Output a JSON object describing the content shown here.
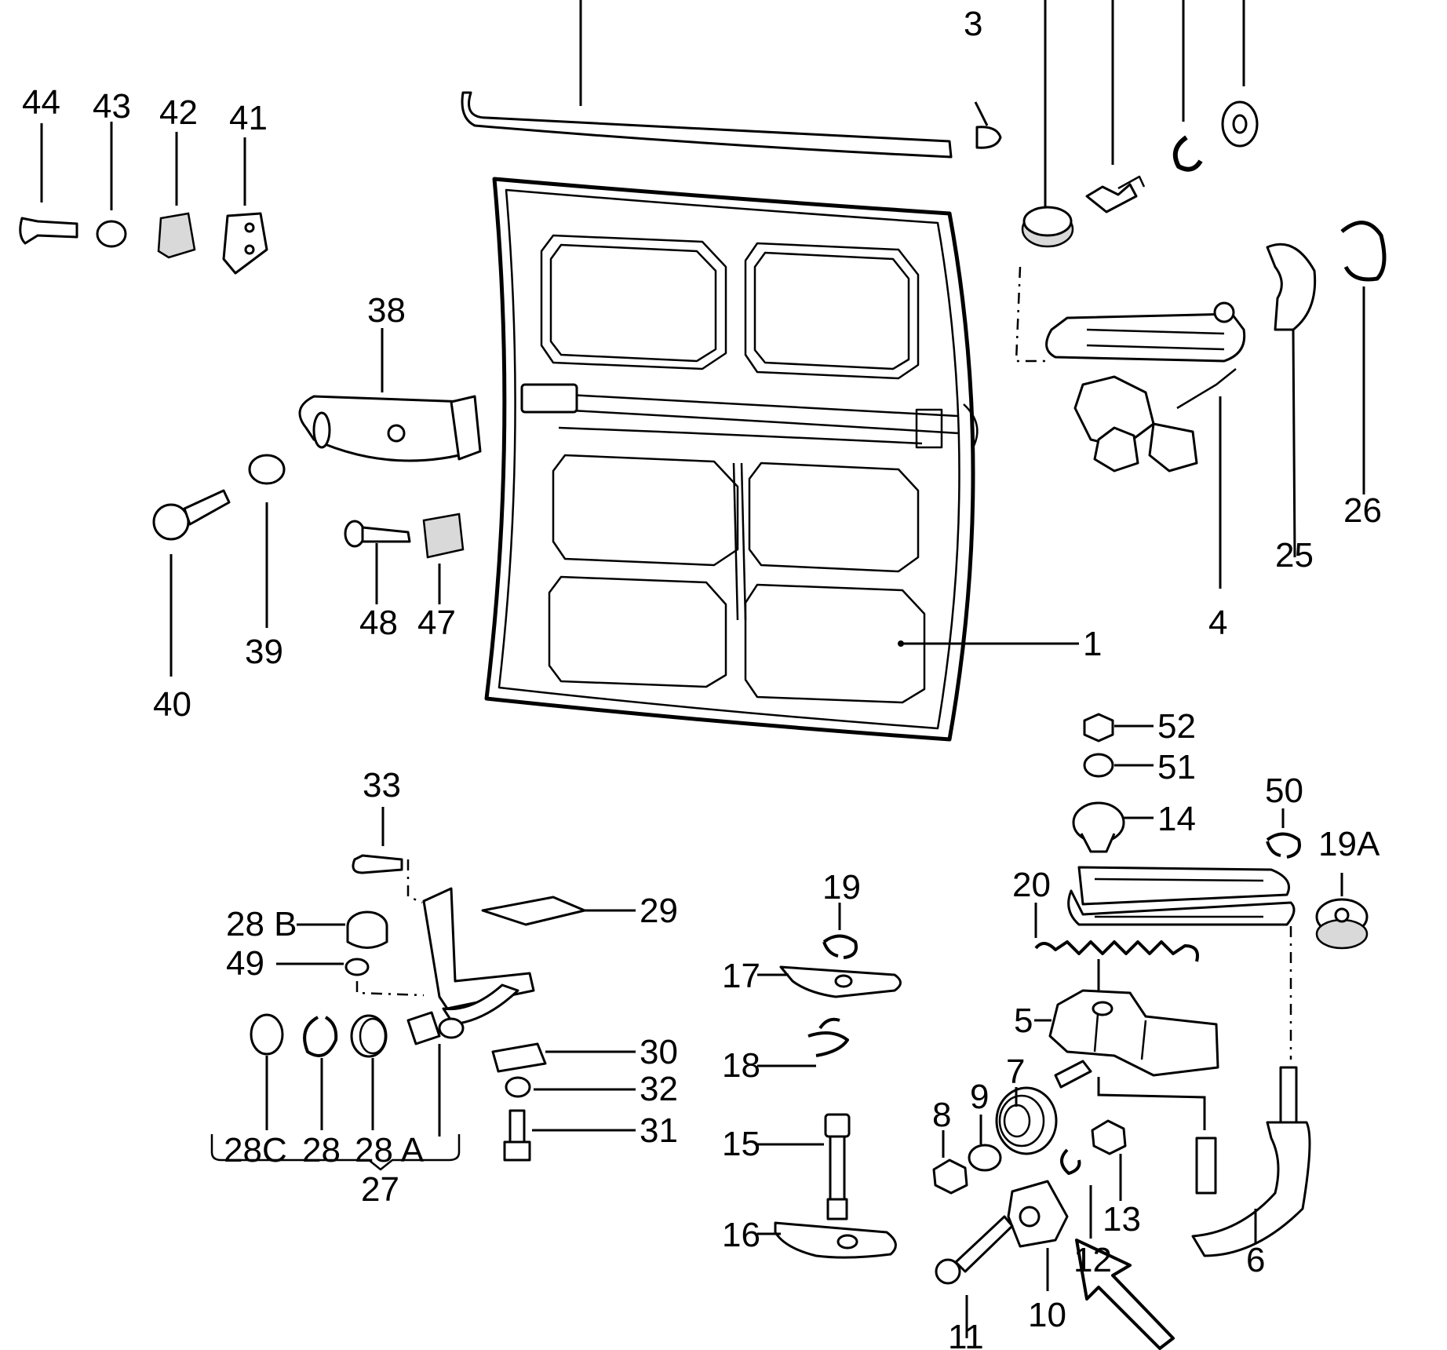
{
  "callouts": {
    "c1": "1",
    "c3": "3",
    "c4": "4",
    "c5": "5",
    "c6": "6",
    "c7": "7",
    "c8": "8",
    "c9": "9",
    "c10": "10",
    "c11": "11",
    "c12": "12",
    "c13": "13",
    "c14": "14",
    "c15": "15",
    "c16": "16",
    "c17": "17",
    "c18": "18",
    "c19": "19",
    "c19a": "19A",
    "c20": "20",
    "c25": "25",
    "c26": "26",
    "c27": "27",
    "c28": "28",
    "c28a": "28 A",
    "c28b": "28 B",
    "c28c": "28C",
    "c29": "29",
    "c30": "30",
    "c31": "31",
    "c32": "32",
    "c33": "33",
    "c38": "38",
    "c39": "39",
    "c40": "40",
    "c41": "41",
    "c42": "42",
    "c43": "43",
    "c44": "44",
    "c47": "47",
    "c48": "48",
    "c49": "49",
    "c50": "50",
    "c51": "51",
    "c52": "52"
  }
}
